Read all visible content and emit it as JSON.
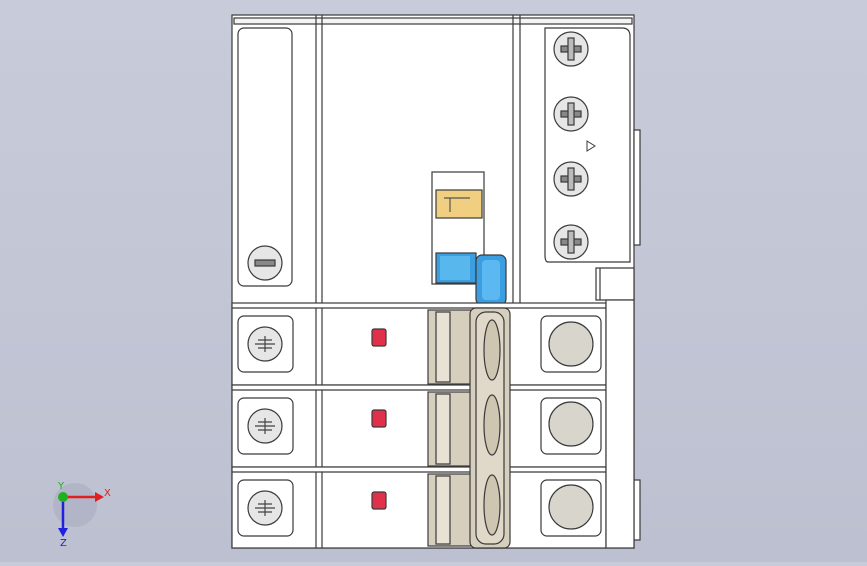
{
  "viewport": {
    "background": "#c4c8d6",
    "part_face": "#ffffff",
    "outline": "#3a3a3a"
  },
  "triad": {
    "x_label": "X",
    "y_label": "Y",
    "z_label": "Z",
    "x_color": "#e02020",
    "y_color": "#20b020",
    "z_color": "#2020e0"
  },
  "module": {
    "indicator_color": "#e0304a",
    "knob_color": "#d8d6cc",
    "lever_color": "#d6cfbe",
    "slider_color": "#3a9ee0",
    "label_color": "#f0d080"
  }
}
